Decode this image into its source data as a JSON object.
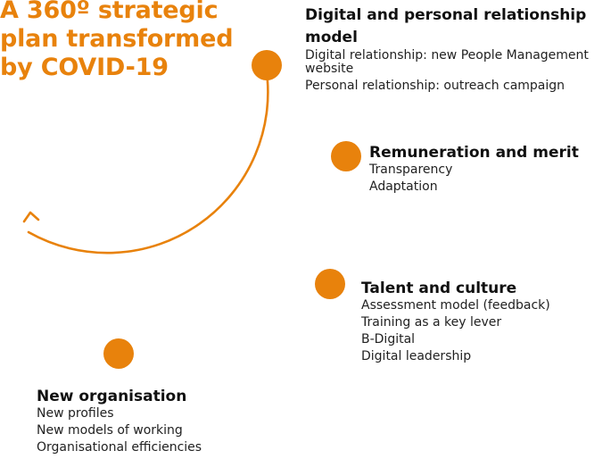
{
  "title": {
    "lines": [
      "A 360º strategic",
      "plan transformed",
      "by COVID-19"
    ]
  },
  "colors": {
    "accent": "#e8820c",
    "heading": "#111111",
    "text": "#222222"
  },
  "sections": [
    {
      "heading": "Digital and personal relationship model",
      "items": [
        "Digital relationship: new People Management website",
        "Personal relationship: outreach campaign"
      ]
    },
    {
      "heading": "Remuneration and merit",
      "items": [
        "Transparency",
        "Adaptation"
      ]
    },
    {
      "heading": "Talent and culture",
      "items": [
        "Assessment model (feedback)",
        "Training as a key lever",
        "B-Digital",
        "Digital leadership"
      ]
    },
    {
      "heading": "New organisation",
      "items": [
        "New profiles",
        "New models of working",
        "Organisational efficiencies"
      ]
    }
  ],
  "icons": {
    "arc": "cycle-arrow-icon",
    "node": "orange-circle-node"
  }
}
